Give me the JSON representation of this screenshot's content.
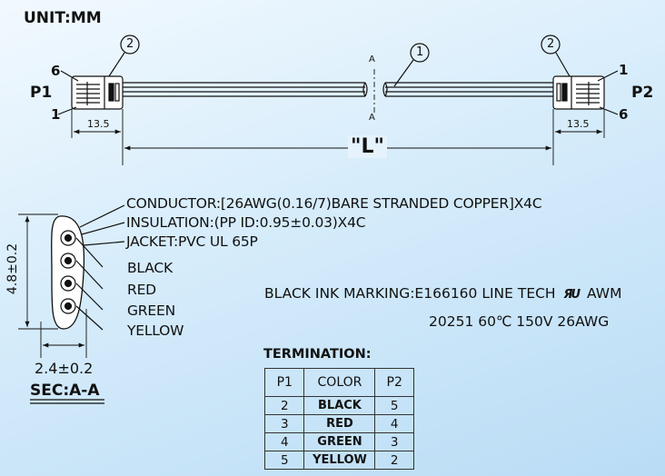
{
  "unit_label": "UNIT:MM",
  "balloons": {
    "b1": "1",
    "b2": "2"
  },
  "ends": {
    "p1": "P1",
    "p2": "P2",
    "p1_pin_top": "6",
    "p1_pin_bottom": "1",
    "p2_pin_top": "1",
    "p2_pin_bottom": "6",
    "length_symbol": "\"L\"",
    "plug_dimension": "13.5",
    "section_mark": "A"
  },
  "section": {
    "height_dim": "4.8±0.2",
    "width_dim": "2.4±0.2",
    "title": "SEC:A-A"
  },
  "spec": {
    "conductor": "CONDUCTOR:[26AWG(0.16/7)BARE STRANDED COPPER]X4C",
    "insulation": "INSULATION:(PP ID:0.95±0.03)X4C",
    "jacket": "JACKET:PVC UL 65P",
    "colors": [
      "BLACK",
      "RED",
      "GREEN",
      "YELLOW"
    ]
  },
  "marking": {
    "line1_prefix": "BLACK INK MARKING:E166160 LINE TECH",
    "ul_mark": "ЯU",
    "line1_suffix": "AWM",
    "line2": "20251 60℃ 150V 26AWG"
  },
  "termination": {
    "title": "TERMINATION:",
    "headers": [
      "P1",
      "COLOR",
      "P2"
    ],
    "rows": [
      [
        "2",
        "BLACK",
        "5"
      ],
      [
        "3",
        "RED",
        "4"
      ],
      [
        "4",
        "GREEN",
        "3"
      ],
      [
        "5",
        "YELLOW",
        "2"
      ]
    ]
  },
  "colors": {
    "background": "#cfe8fa",
    "line": "#111111"
  }
}
